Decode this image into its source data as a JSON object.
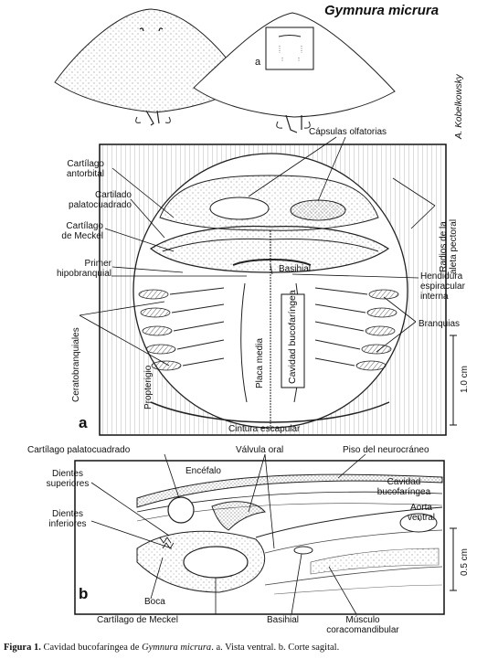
{
  "title": "Gymnura micrura",
  "artist_credit": "A. Kobelkowsky",
  "inset_letter": "a",
  "panel_a": {
    "letter": "a",
    "labels": {
      "capsulas_olfatorias": "Cápsulas olfatorias",
      "cartilago_antorbital": "Cartílago\nantorbital",
      "cartilado_palatocuadrado": "Cartilado\npalatocuadrado",
      "cartilago_de_meckel": "Cartílago\nde Meckel",
      "primer_hipobranquial": "Primer\nhipobranquial",
      "basihial": "Basihial",
      "ceratobranquiales": "Ceratobranquiales",
      "propterigio": "Propterigio",
      "placa_media": "Placa media",
      "cavidad_bucofaringea": "Cavidad bucofaríngea",
      "radios_aleta_pectoral": "Radios de la\naleta pectoral",
      "hendidura_espiracular": "Hendidura\nespiracular\ninterna",
      "branquias": "Branquias",
      "cintura_escapular": "Cintura escapular"
    },
    "scale_label": "1.0 cm"
  },
  "panel_b": {
    "letter": "b",
    "labels": {
      "cartilago_palatocuadrado": "Cartílago palatocuadrado",
      "valvula_oral": "Válvula oral",
      "piso_neurocraneo": "Piso del neurocráneo",
      "encefalo": "Encéfalo",
      "dientes_superiores": "Dientes\nsuperiores",
      "cavidad_bucofaringea": "Cavidad\nbucofaríngea",
      "dientes_inferiores": "Dientes\ninferiores",
      "aorta_ventral": "Aorta\nventral",
      "boca": "Boca",
      "cartilago_de_meckel": "Cartílago de Meckel",
      "basihial": "Basihial",
      "musculo_coracomandibular": "Músculo\ncoracomandibular"
    },
    "scale_label": "0.5 cm"
  },
  "caption": {
    "prefix": "Figura 1.",
    "text1": " Cavidad bucofaríngea de ",
    "species": "Gymnura micrura",
    "text2": ". a. Vista ventral. b. Corte sagital."
  }
}
